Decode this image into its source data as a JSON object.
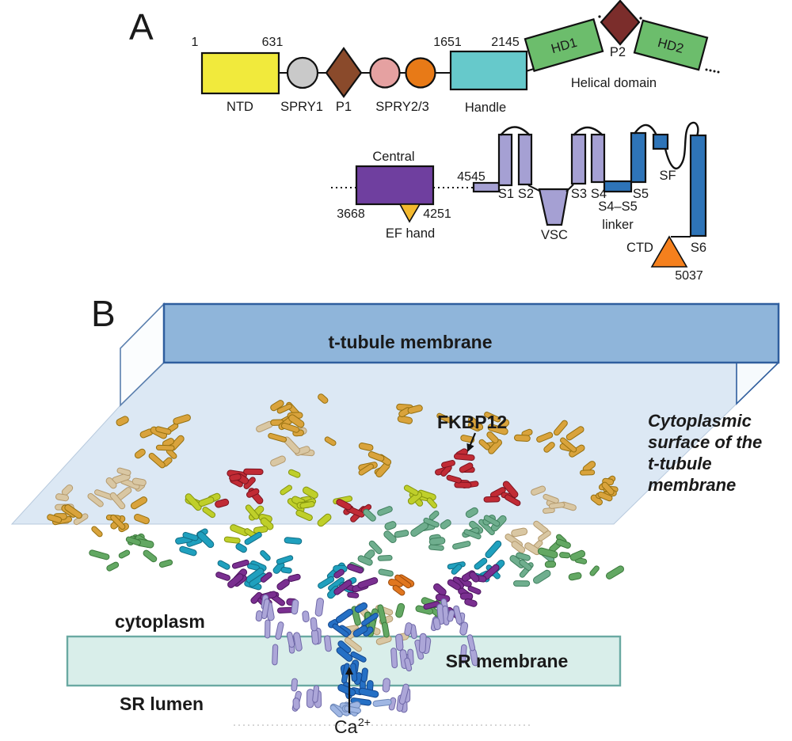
{
  "panelA": {
    "letter": "A",
    "row1": {
      "ntd": {
        "label": "NTD",
        "start": "1",
        "end": "631"
      },
      "spry1": {
        "label": "SPRY1"
      },
      "p1": {
        "label": "P1"
      },
      "spry23": {
        "label": "SPRY2/3"
      },
      "handle": {
        "label": "Handle",
        "start": "1651",
        "end": "2145"
      },
      "hd1": {
        "label": "HD1"
      },
      "p2": {
        "label": "P2"
      },
      "hd2": {
        "label": "HD2"
      },
      "helical_caption": "Helical domain"
    },
    "row2": {
      "central": {
        "label": "Central",
        "start": "3668",
        "end": "4251"
      },
      "ef_hand": {
        "label": "EF hand"
      },
      "tm_start": "4545",
      "s1": "S1",
      "s2": "S2",
      "s3": "S3",
      "s4": "S4",
      "s5": "S5",
      "s6": "S6",
      "vsc": "VSC",
      "linker_line1": "S4–S5",
      "linker_line2": "linker",
      "sf": "SF",
      "ctd": "CTD",
      "end": "5037"
    }
  },
  "panelB": {
    "letter": "B",
    "t_tubule_membrane": "t-tubule membrane",
    "cytoplasmic_surface": [
      "Cytoplasmic",
      "surface of the",
      "t-tubule",
      "membrane"
    ],
    "fkbp12": "FKBP12",
    "cytoplasm": "cytoplasm",
    "sr_membrane": "SR membrane",
    "sr_lumen": "SR lumen",
    "ca": "Ca",
    "ca_sup": "2+"
  },
  "colors": {
    "domain": {
      "ntd": "#F1EA3C",
      "spry1": "#C9C9C9",
      "p1": "#8A4A2B",
      "spry2": "#E5A1A1",
      "spry3": "#E87A17",
      "handle": "#66C9CB",
      "hd": "#6CBD6C",
      "p2": "#7B2D2B",
      "central": "#6F3F9F",
      "ef_hand": "#F4B92E",
      "helix_light": "#A5A0D3",
      "helix_dark": "#2E74B8",
      "ctd": "#F5801D"
    },
    "membrane": {
      "t_tubule_face": "#8FB5DA",
      "t_tubule_edge": "#2F5E9E",
      "plane": "#DCE8F4",
      "plane_edge": "#B7C9DD",
      "sr_fill": "#D9EEEA",
      "sr_edge": "#6AA9A2"
    },
    "protein": {
      "wheat": "#D9C7A3",
      "wheatS": "#B49A6E",
      "gold": "#D9A33C",
      "goldS": "#96700F",
      "red": "#C12B35",
      "redS": "#7D1420",
      "yg": "#BFCF2A",
      "ygS": "#85950E",
      "sea": "#6FAE8E",
      "seaS": "#40805F",
      "cyan": "#1FA0BE",
      "cyanS": "#116D85",
      "green": "#63A863",
      "greenS": "#3C7A3C",
      "purple": "#7A2F90",
      "purpleS": "#4D1560",
      "orange": "#E0761F",
      "orangeS": "#9C4A0A",
      "lav": "#ACA6D8",
      "lavS": "#6F68A8",
      "blue": "#2570C5",
      "blueS": "#12458C",
      "lblue": "#9FB6E3",
      "lblueS": "#6C87B8"
    }
  }
}
